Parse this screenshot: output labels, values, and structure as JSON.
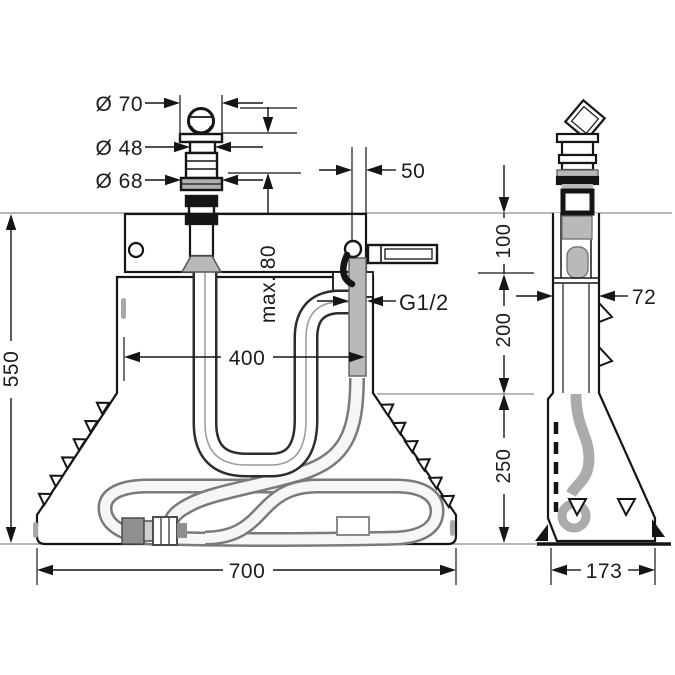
{
  "drawing": {
    "kind": "bath-mixer basic set installation drawing",
    "views": {
      "front": "front view",
      "side": "side view"
    }
  },
  "dims": {
    "dia70": "Ø 70",
    "dia48": "Ø 48",
    "dia68": "Ø 68",
    "max80": "max. 80",
    "offset50": "50",
    "thread": "G1/2",
    "width400": "400",
    "height550": "550",
    "width700": "700",
    "height100": "100",
    "height200": "200",
    "height250": "250",
    "side72": "72",
    "side173": "173"
  },
  "colors": {
    "line": "#151515",
    "aux_line": "#8d8d8d",
    "component_grey": "#b9b9b9",
    "hose_grey": "#7a7a7a"
  }
}
